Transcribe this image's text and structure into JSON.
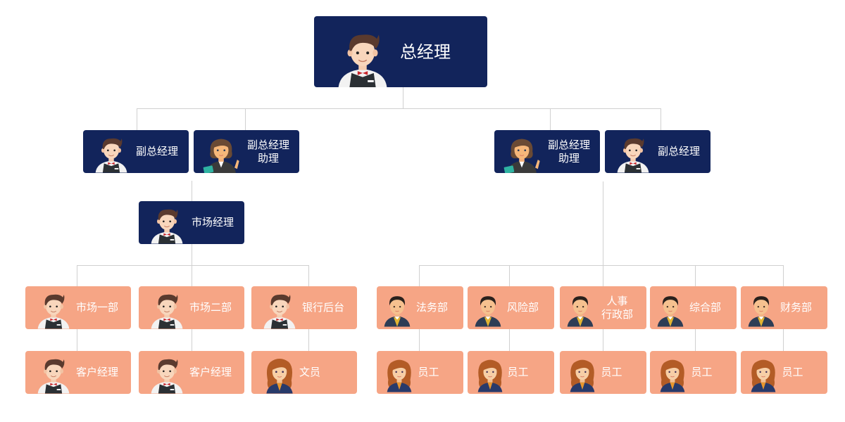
{
  "colors": {
    "navy": "#12245b",
    "peach": "#f6a585",
    "connector": "#d0d0d0"
  },
  "root": {
    "label": "总经理",
    "avatar": "male-waiter-avatar"
  },
  "level2": [
    {
      "label": "副总经理",
      "avatar": "male-waiter-avatar"
    },
    {
      "label": "副总经理\n助理",
      "avatar": "female-assistant-avatar"
    },
    {
      "label": "副总经理\n助理",
      "avatar": "female-assistant-avatar"
    },
    {
      "label": "副总经理",
      "avatar": "male-waiter-avatar"
    }
  ],
  "market_manager": {
    "label": "市场经理",
    "avatar": "male-waiter-avatar"
  },
  "left_depts": [
    {
      "label": "市场一部",
      "child": "客户经理"
    },
    {
      "label": "市场二部",
      "child": "客户经理"
    },
    {
      "label": "银行后台",
      "child": "文员"
    }
  ],
  "right_depts": [
    {
      "label": "法务部",
      "child": "员工"
    },
    {
      "label": "风险部",
      "child": "员工"
    },
    {
      "label": "人事\n行政部",
      "child": "员工"
    },
    {
      "label": "综合部",
      "child": "员工"
    },
    {
      "label": "财务部",
      "child": "员工"
    }
  ]
}
